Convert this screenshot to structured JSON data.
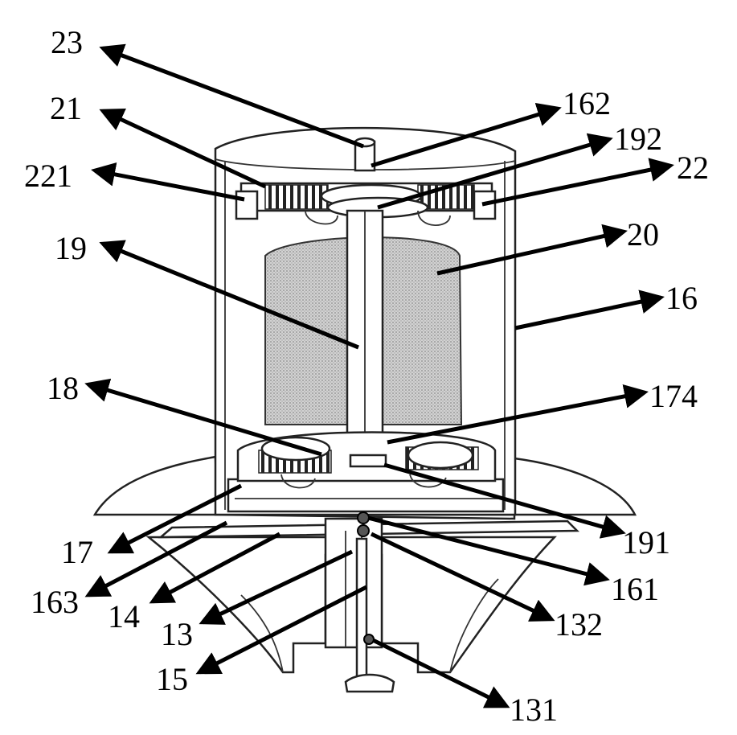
{
  "labels": {
    "l23": "23",
    "l21": "21",
    "l221": "221",
    "l19": "19",
    "l18": "18",
    "l17": "17",
    "l163": "163",
    "l14": "14",
    "l13": "13",
    "l15": "15",
    "l162": "162",
    "l192": "192",
    "l22": "22",
    "l20": "20",
    "l16": "16",
    "l174": "174",
    "l191": "191",
    "l161": "161",
    "l132": "132",
    "l131": "131"
  },
  "colors": {
    "stroke": "#000000",
    "shading": "#b9b9b9",
    "background": "#ffffff"
  }
}
